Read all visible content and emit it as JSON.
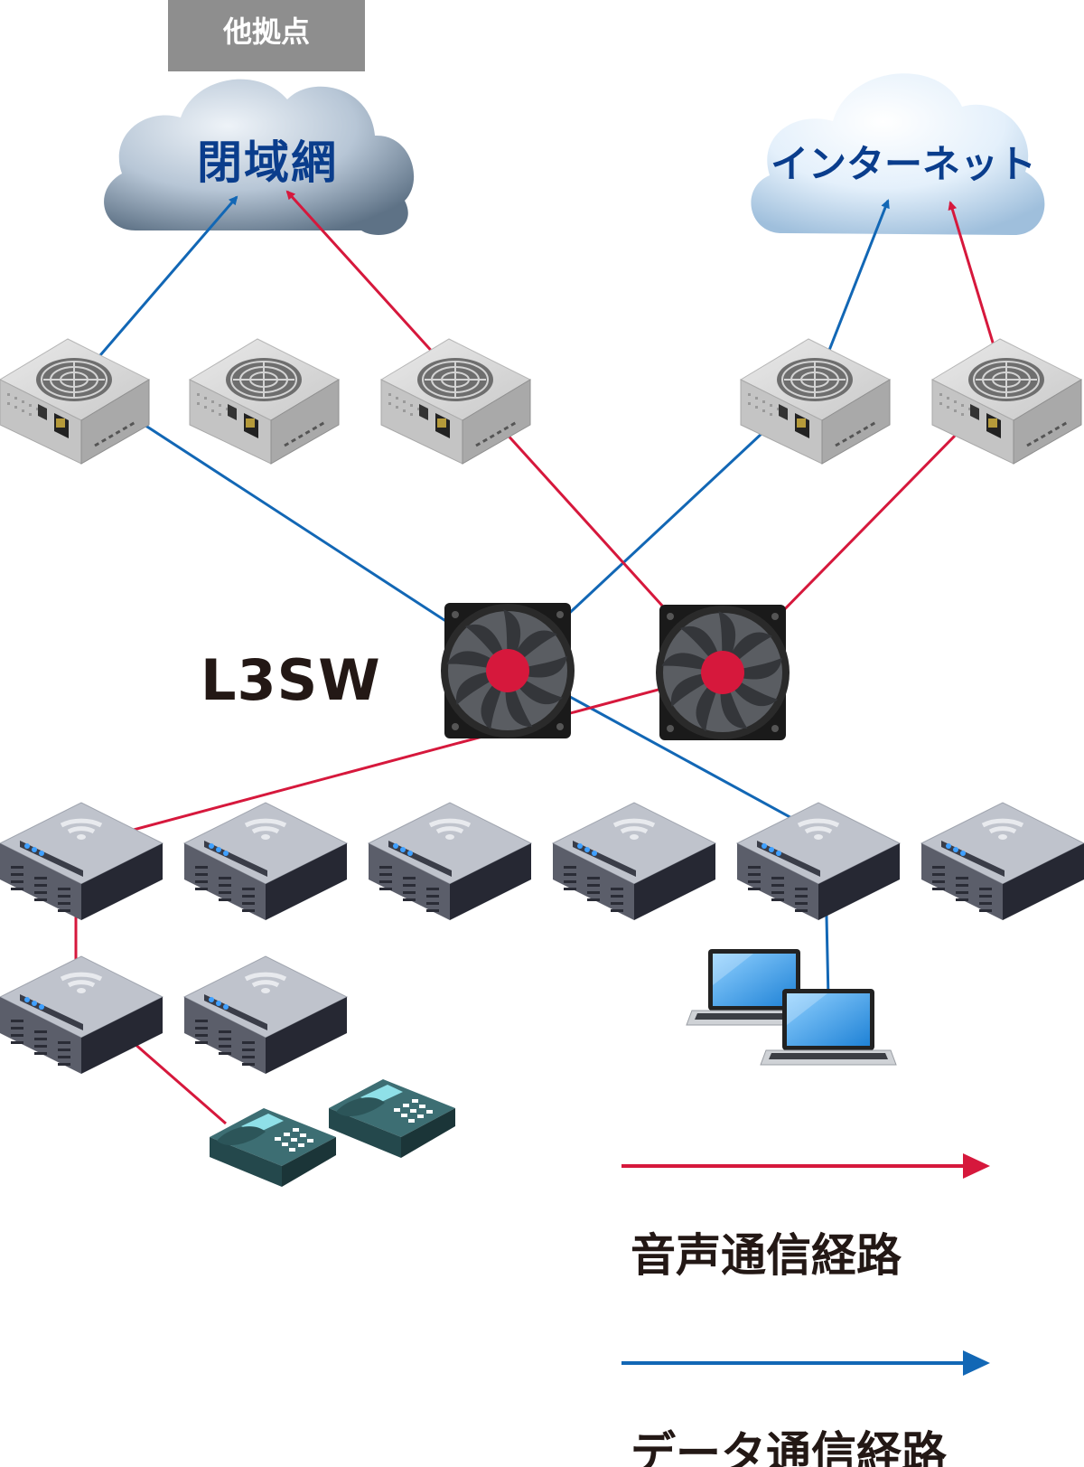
{
  "labels": {
    "other_site": "他拠点",
    "closed_network": "閉域網",
    "internet": "インターネット",
    "l3sw": "L3SW"
  },
  "legend": {
    "voice_label": "音声通信経路",
    "data_label": "データ通信経路"
  },
  "colors": {
    "voice_route": "#d6183c",
    "data_route": "#1267b5",
    "cloud_label": "#0a3d8c",
    "text_dark": "#231815",
    "tag_bg": "#8e8e8e"
  },
  "icons": [
    "cloud-icon",
    "server-icon",
    "fan-switch-icon",
    "wifi-access-point-icon",
    "laptop-icon",
    "ip-phone-icon"
  ]
}
